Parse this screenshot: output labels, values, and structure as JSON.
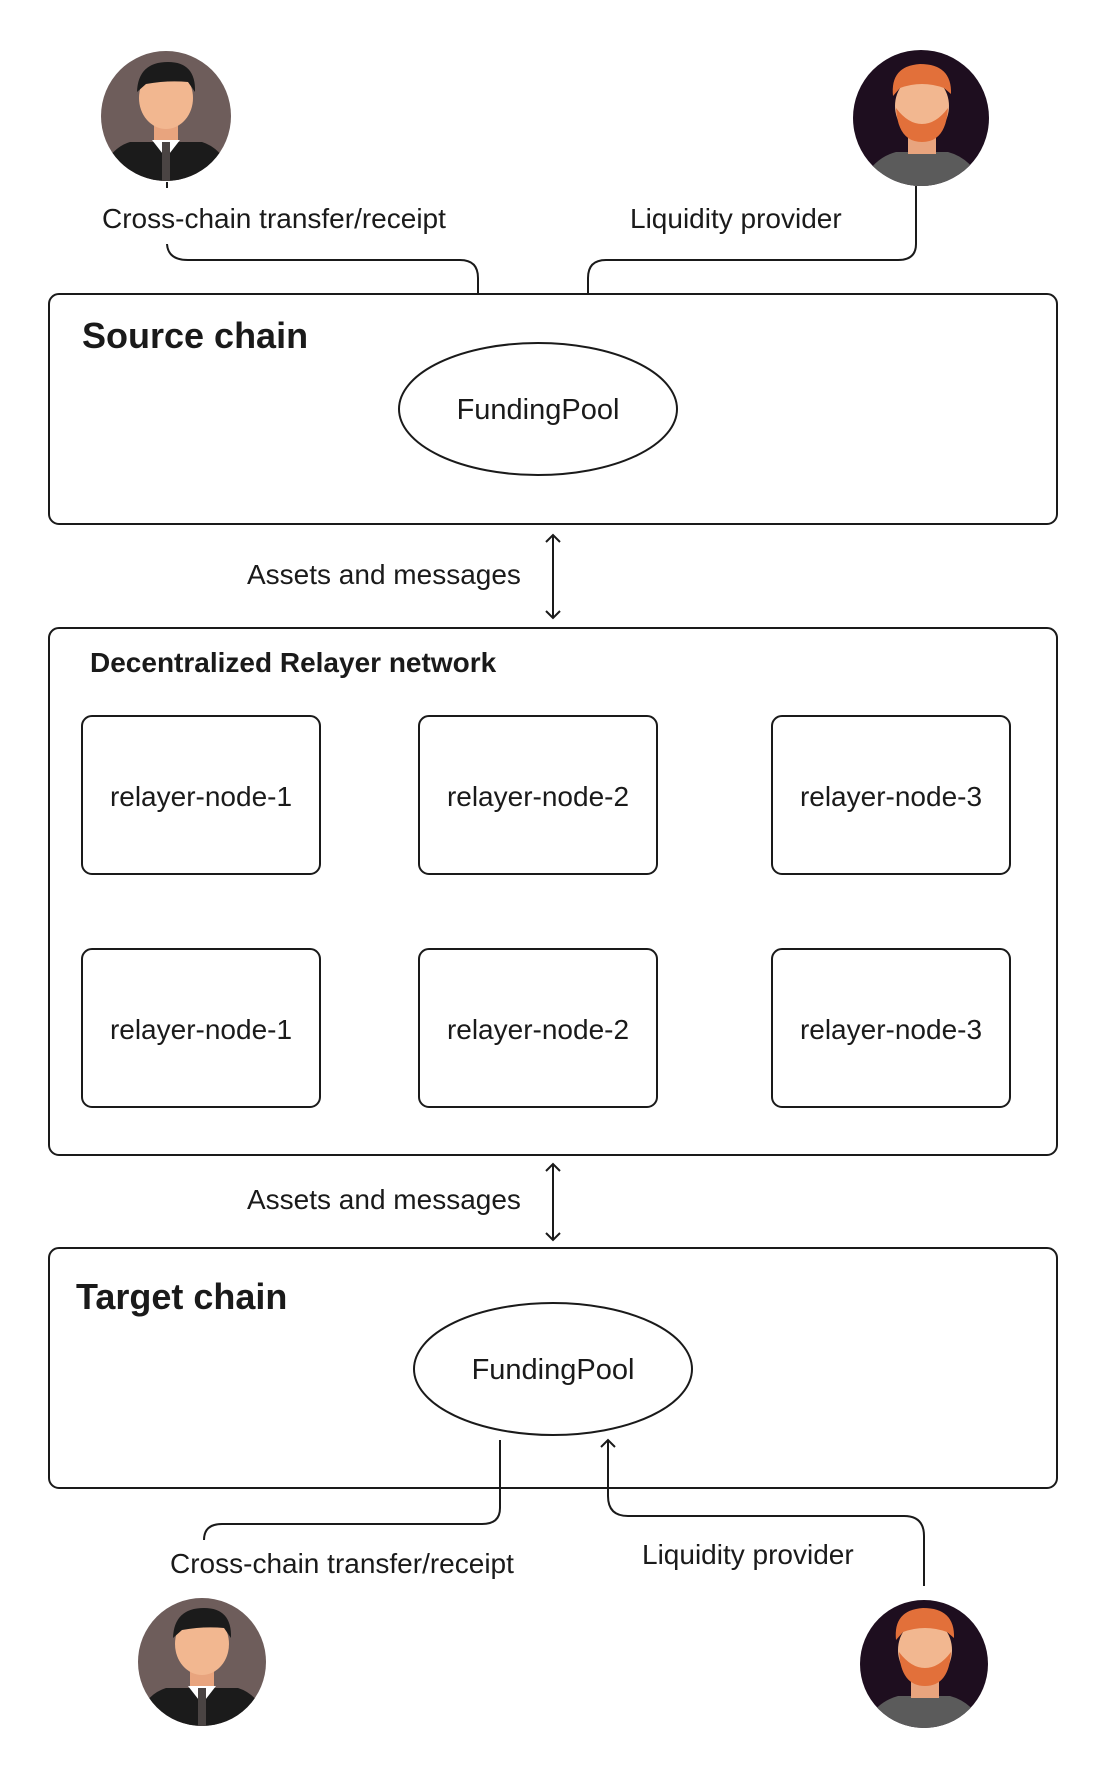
{
  "source_chain": {
    "title": "Source chain",
    "pool_label": "FundingPool"
  },
  "target_chain": {
    "title": "Target chain",
    "pool_label": "FundingPool"
  },
  "relayer_network": {
    "title": "Decentralized Relayer network",
    "nodes": [
      "relayer-node-1",
      "relayer-node-2",
      "relayer-node-3",
      "relayer-node-1",
      "relayer-node-2",
      "relayer-node-3"
    ]
  },
  "links": {
    "top_label": "Assets and messages",
    "bottom_label": "Assets and messages"
  },
  "actors": {
    "top_user_label": "Cross-chain transfer/receipt",
    "top_provider_label": "Liquidity provider",
    "bottom_user_label": "Cross-chain transfer/receipt",
    "bottom_provider_label": "Liquidity provider",
    "user_icon": "businessman-avatar-icon",
    "provider_icon": "bearded-man-avatar-icon"
  },
  "colors": {
    "avatar_user_bg": "#6e5d5b",
    "avatar_provider_bg": "#1e0e1f",
    "hair_orange": "#e2703a",
    "skin": "#f2b790",
    "suit": "#1b1b1b",
    "provider_shirt": "#5b5b5b",
    "stroke": "#1a1a1a"
  }
}
